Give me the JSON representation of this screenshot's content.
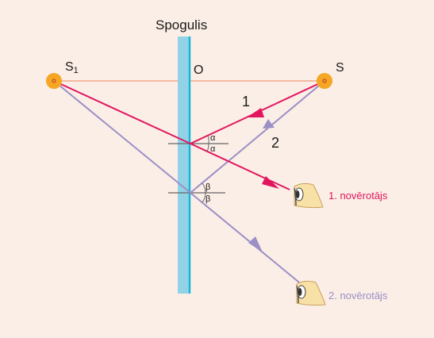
{
  "labels": {
    "mirror": "Spogulis",
    "point_o": "O",
    "source": "S",
    "image": "S",
    "image_subscript": "1",
    "ray_1": "1",
    "ray_2": "2",
    "angle_alpha_1": "α",
    "angle_alpha_2": "α",
    "angle_beta_1": "β",
    "angle_beta_2": "β",
    "observer_1": "1. novērotājs",
    "observer_2": "2. novērotājs"
  },
  "colors": {
    "background": "#fbeee6",
    "mirror_fill": "#92d2e6",
    "mirror_edge": "#19b5d8",
    "ray_1": "#e2165e",
    "ray_2": "#9b8fc6",
    "axis_line": "#f2a98a",
    "source_dot": "#f5a623",
    "normal_line": "#666666",
    "text": "#1a1a1a"
  },
  "icons": {
    "source": "sun-dot-icon",
    "observer": "eye-icon"
  }
}
